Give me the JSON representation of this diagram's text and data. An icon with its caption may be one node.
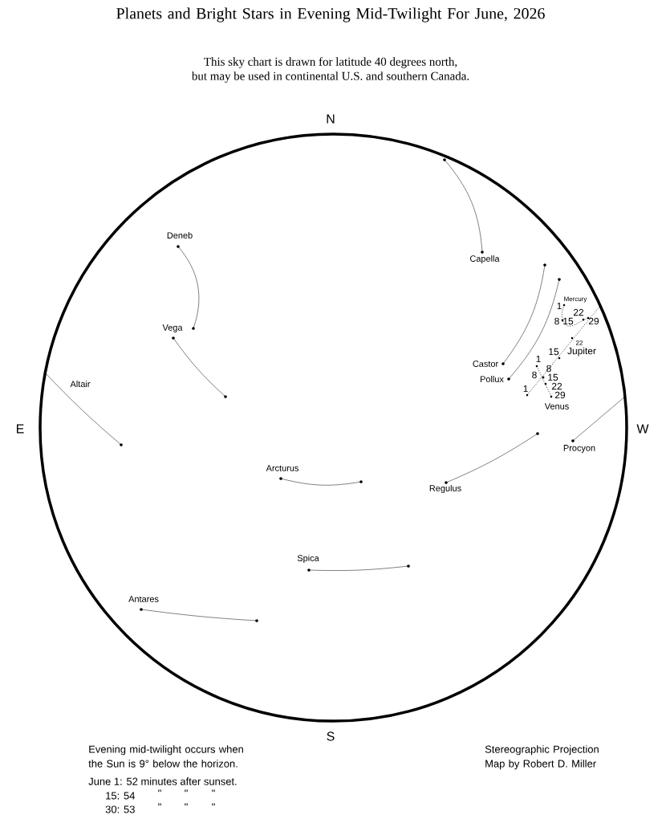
{
  "diagram": {
    "title": "Planets and Bright Stars in Evening Mid-Twilight For June, 2026",
    "labels": [
      "This sky chart is drawn for latitude 40 degrees north,",
      "but may be used in continental U.S. and southern Canada.",
      "N",
      "Deneb",
      "Capella",
      "Mercury",
      "1",
      "22",
      "8",
      "15",
      "29",
      "Vega",
      "22",
      "15",
      "Jupiter",
      "1",
      "Castor",
      "8",
      "8",
      "Pollux",
      "15",
      "Altair",
      "1",
      "22",
      "29",
      "Venus",
      "E",
      "W",
      "Procyon",
      "Arcturus",
      "Regulus",
      "Spica",
      "Antares",
      "S",
      "Evening mid-twilight occurs when the Sun is 9° below the horizon.",
      "June 1: 52 minutes after sunset.",
      "15: 54",
      "\"",
      "\"",
      "\"",
      "30: 53",
      "\"",
      "\"",
      "\"",
      "Stereographic Projection Map by Robert D. Miller"
    ]
  }
}
